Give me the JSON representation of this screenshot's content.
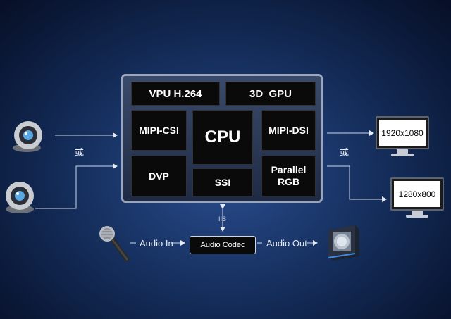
{
  "chip": {
    "vpu": "VPU H.264",
    "gpu": "3D  GPU",
    "mipi_csi": "MIPI-CSI",
    "cpu": "CPU",
    "mipi_dsi": "MIPI-DSI",
    "dvp": "DVP",
    "ssi": "SSI",
    "parallel_rgb_line1": "Parallel",
    "parallel_rgb_line2": "RGB"
  },
  "labels": {
    "or_left": "或",
    "or_right": "或",
    "iis": "IIS",
    "audio_in": "Audio In",
    "audio_out": "Audio Out",
    "audio_codec": "Audio Codec"
  },
  "displays": {
    "display1": "1920x1080",
    "display2": "1280x800"
  }
}
